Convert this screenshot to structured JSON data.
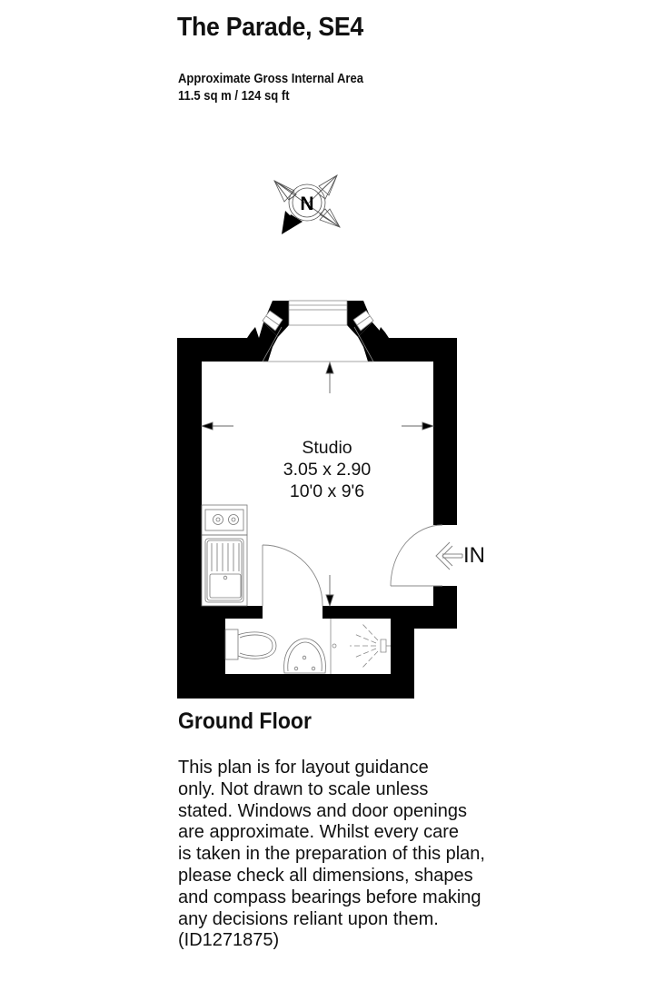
{
  "header": {
    "title": "The Parade, SE4",
    "area_label": "Approximate Gross Internal Area",
    "area_value": "11.5 sq m / 124 sq ft"
  },
  "compass": {
    "icon": "compass-north-icon",
    "label": "N"
  },
  "floorplan": {
    "rooms": [
      {
        "name": "Studio",
        "metric": "3.05 x 2.90",
        "imperial": "10'0 x 9'6"
      }
    ],
    "entrance_label": "IN",
    "fixtures": [
      "hob-icon",
      "kitchen-sink-icon",
      "toilet-icon",
      "washbasin-icon",
      "shower-icon"
    ],
    "colors": {
      "wall": "#000000",
      "line": "#808080",
      "background": "#ffffff"
    }
  },
  "floor": {
    "title": "Ground Floor"
  },
  "disclaimer": {
    "lines": [
      "This plan is for layout guidance",
      "only. Not drawn to scale unless",
      "stated. Windows and door openings",
      "are approximate. Whilst every care",
      "is taken in the preparation of this plan,",
      "please check all dimensions, shapes",
      "and compass bearings before making",
      "any decisions reliant upon them.",
      "(ID1271875)"
    ]
  }
}
